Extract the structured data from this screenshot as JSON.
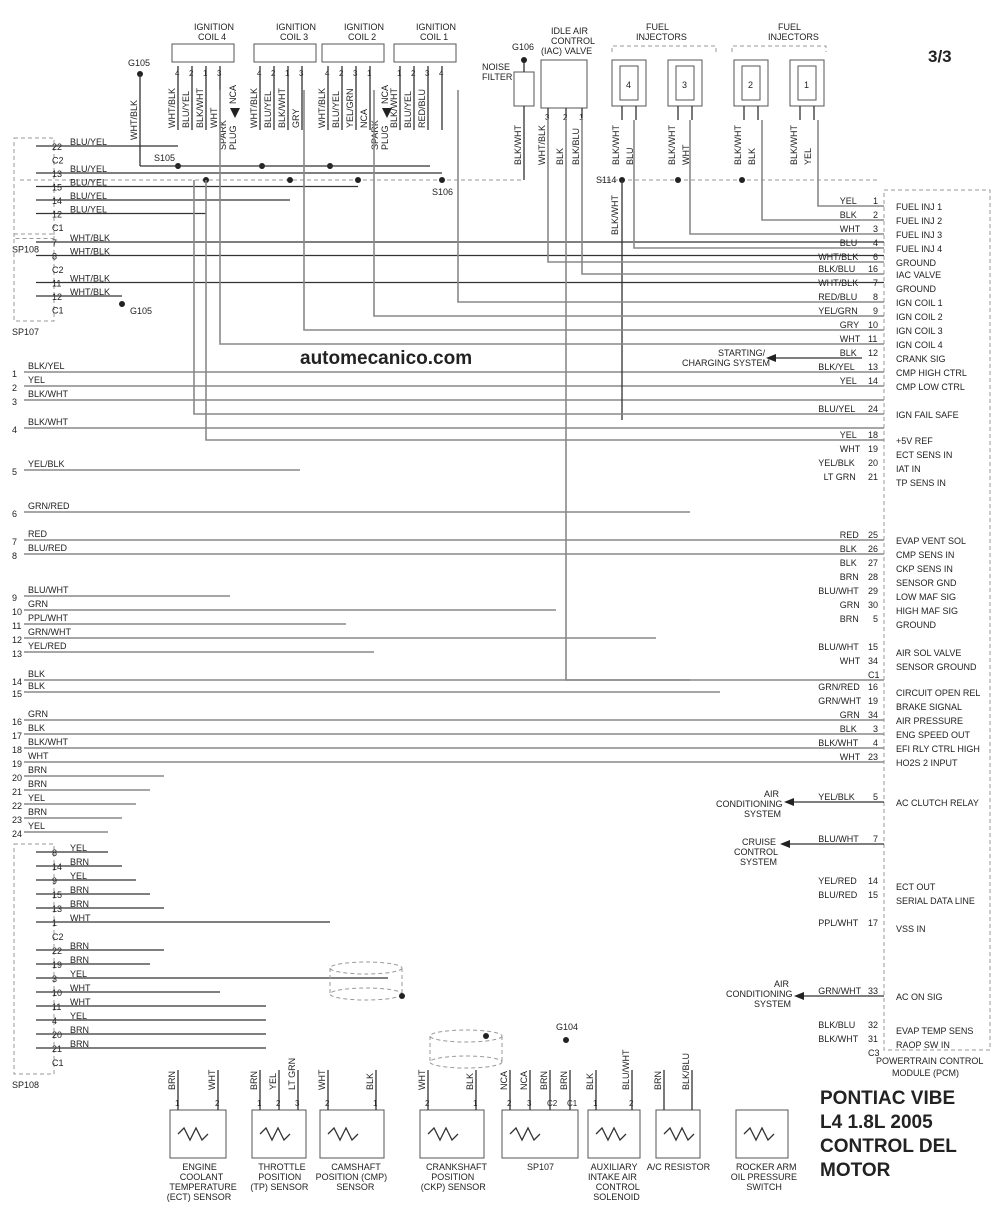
{
  "page_number": "3/3",
  "watermark": "automecanico.com",
  "title_lines": [
    "PONTIAC VIBE",
    "L4 1.8L 2005",
    "CONTROL DEL",
    "MOTOR"
  ],
  "pcm_label_lines": [
    "POWERTRAIN CONTROL",
    "MODULE (PCM)"
  ],
  "pcm_pins": [
    {
      "pin": "1",
      "wire": "YEL",
      "func": "FUEL INJ 1"
    },
    {
      "pin": "2",
      "wire": "BLK",
      "func": "FUEL INJ 2"
    },
    {
      "pin": "3",
      "wire": "WHT",
      "func": "FUEL INJ 3"
    },
    {
      "pin": "4",
      "wire": "BLU",
      "func": "FUEL INJ 4"
    },
    {
      "pin": "6",
      "wire": "WHT/BLK",
      "func": "GROUND"
    },
    {
      "pin": "16",
      "wire": "BLK/BLU",
      "func": "IAC VALVE"
    },
    {
      "pin": "7",
      "wire": "WHT/BLK",
      "func": "GROUND"
    },
    {
      "pin": "8",
      "wire": "RED/BLU",
      "func": "IGN COIL 1"
    },
    {
      "pin": "9",
      "wire": "YEL/GRN",
      "func": "IGN COIL 2"
    },
    {
      "pin": "10",
      "wire": "GRY",
      "func": "IGN COIL 3"
    },
    {
      "pin": "11",
      "wire": "WHT",
      "func": "IGN COIL 4"
    },
    {
      "pin": "12",
      "wire": "BLK",
      "func": "CRANK SIG"
    },
    {
      "pin": "13",
      "wire": "BLK/YEL",
      "func": "CMP HIGH CTRL"
    },
    {
      "pin": "14",
      "wire": "YEL",
      "func": "CMP LOW CTRL"
    },
    {
      "pin": "24",
      "wire": "BLU/YEL",
      "func": "IGN FAIL SAFE"
    },
    {
      "pin": "18",
      "wire": "YEL",
      "func": "+5V REF"
    },
    {
      "pin": "19",
      "wire": "WHT",
      "func": "ECT SENS IN"
    },
    {
      "pin": "20",
      "wire": "YEL/BLK",
      "func": "IAT IN"
    },
    {
      "pin": "21",
      "wire": "LT GRN",
      "func": "TP SENS IN"
    },
    {
      "pin": "25",
      "wire": "RED",
      "func": "EVAP VENT SOL"
    },
    {
      "pin": "26",
      "wire": "BLK",
      "func": "CMP SENS IN"
    },
    {
      "pin": "27",
      "wire": "BLK",
      "func": "CKP SENS IN"
    },
    {
      "pin": "28",
      "wire": "BRN",
      "func": "SENSOR GND"
    },
    {
      "pin": "29",
      "wire": "BLU/WHT",
      "func": "LOW MAF SIG"
    },
    {
      "pin": "30",
      "wire": "GRN",
      "func": "HIGH MAF SIG"
    },
    {
      "pin": "5",
      "wire": "BRN",
      "func": "GROUND"
    },
    {
      "pin": "15",
      "wire": "BLU/WHT",
      "func": "AIR SOL VALVE"
    },
    {
      "pin": "34",
      "wire": "WHT",
      "func": "SENSOR GROUND"
    },
    {
      "pin": "C1",
      "wire": "",
      "func": ""
    },
    {
      "pin": "16",
      "wire": "GRN/RED",
      "func": "CIRCUIT OPEN REL"
    },
    {
      "pin": "19",
      "wire": "GRN/WHT",
      "func": "BRAKE SIGNAL"
    },
    {
      "pin": "34",
      "wire": "GRN",
      "func": "AIR PRESSURE"
    },
    {
      "pin": "3",
      "wire": "BLK",
      "func": "ENG SPEED OUT"
    },
    {
      "pin": "4",
      "wire": "BLK/WHT",
      "func": "EFI RLY CTRL HIGH"
    },
    {
      "pin": "23",
      "wire": "WHT",
      "func": "HO2S 2 INPUT"
    },
    {
      "pin": "5",
      "wire": "YEL/BLK",
      "func": "AC CLUTCH RELAY"
    },
    {
      "pin": "7",
      "wire": "BLU/WHT",
      "func": ""
    },
    {
      "pin": "14",
      "wire": "YEL/RED",
      "func": "ECT OUT"
    },
    {
      "pin": "15",
      "wire": "BLU/RED",
      "func": "SERIAL DATA LINE"
    },
    {
      "pin": "17",
      "wire": "PPL/WHT",
      "func": "VSS IN"
    },
    {
      "pin": "33",
      "wire": "GRN/WHT",
      "func": "AC ON SIG"
    },
    {
      "pin": "32",
      "wire": "BLK/BLU",
      "func": "EVAP TEMP SENS"
    },
    {
      "pin": "31",
      "wire": "BLK/WHT",
      "func": "RAOP SW IN"
    },
    {
      "pin": "C3",
      "wire": "",
      "func": ""
    }
  ],
  "left_wires": [
    {
      "num": "1",
      "color": "BLK/YEL"
    },
    {
      "num": "2",
      "color": "YEL"
    },
    {
      "num": "3",
      "color": "BLK/WHT"
    },
    {
      "num": "4",
      "color": "BLK/WHT"
    },
    {
      "num": "5",
      "color": "YEL/BLK"
    },
    {
      "num": "6",
      "color": "GRN/RED"
    },
    {
      "num": "7",
      "color": "RED"
    },
    {
      "num": "8",
      "color": "BLU/RED"
    },
    {
      "num": "9",
      "color": "BLU/WHT"
    },
    {
      "num": "10",
      "color": "GRN"
    },
    {
      "num": "11",
      "color": "PPL/WHT"
    },
    {
      "num": "12",
      "color": "GRN/WHT"
    },
    {
      "num": "13",
      "color": "YEL/RED"
    },
    {
      "num": "14",
      "color": "BLK"
    },
    {
      "num": "15",
      "color": "BLK"
    },
    {
      "num": "16",
      "color": "GRN"
    },
    {
      "num": "17",
      "color": "BLK"
    },
    {
      "num": "18",
      "color": "BLK/WHT"
    },
    {
      "num": "19",
      "color": "WHT"
    },
    {
      "num": "20",
      "color": "BRN"
    },
    {
      "num": "21",
      "color": "BRN"
    },
    {
      "num": "22",
      "color": "YEL"
    },
    {
      "num": "23",
      "color": "BRN"
    },
    {
      "num": "24",
      "color": "YEL"
    }
  ],
  "sp108_top": {
    "label": "SP108",
    "rows": [
      {
        "pin": "22",
        "color": "BLU/YEL"
      },
      {
        "pin": "C2",
        "color": ""
      },
      {
        "pin": "13",
        "color": "BLU/YEL"
      },
      {
        "pin": "15",
        "color": "BLU/YEL"
      },
      {
        "pin": "14",
        "color": "BLU/YEL"
      },
      {
        "pin": "12",
        "color": "BLU/YEL"
      },
      {
        "pin": "C1",
        "color": ""
      }
    ]
  },
  "sp107_top": {
    "label": "SP107",
    "rows": [
      {
        "pin": "7",
        "color": "WHT/BLK"
      },
      {
        "pin": "8",
        "color": "WHT/BLK"
      },
      {
        "pin": "C2",
        "color": ""
      },
      {
        "pin": "11",
        "color": "WHT/BLK"
      },
      {
        "pin": "12",
        "color": "WHT/BLK"
      },
      {
        "pin": "C1",
        "color": ""
      }
    ]
  },
  "sp108_bottom": {
    "label": "SP108",
    "rows": [
      {
        "pin": "8",
        "color": "YEL"
      },
      {
        "pin": "14",
        "color": "BRN"
      },
      {
        "pin": "9",
        "color": "YEL"
      },
      {
        "pin": "15",
        "color": "BRN"
      },
      {
        "pin": "13",
        "color": "BRN"
      },
      {
        "pin": "1",
        "color": "WHT"
      },
      {
        "pin": "C2",
        "color": ""
      },
      {
        "pin": "22",
        "color": "BRN"
      },
      {
        "pin": "19",
        "color": "BRN"
      },
      {
        "pin": "3",
        "color": "YEL"
      },
      {
        "pin": "10",
        "color": "WHT"
      },
      {
        "pin": "11",
        "color": "WHT"
      },
      {
        "pin": "4",
        "color": "YEL"
      },
      {
        "pin": "20",
        "color": "BRN"
      },
      {
        "pin": "21",
        "color": "BRN"
      },
      {
        "pin": "C1",
        "color": ""
      }
    ]
  },
  "coils": [
    {
      "name": [
        "IGNITION",
        "COIL 4"
      ],
      "wires": [
        "WHT/BLK",
        "BLU/YEL",
        "BLK/WHT",
        "WHT"
      ],
      "pins": [
        "4",
        "2",
        "1",
        "3"
      ]
    },
    {
      "name": [
        "IGNITION",
        "COIL 3"
      ],
      "wires": [
        "WHT/BLK",
        "BLU/YEL",
        "BLK/WHT",
        "GRY"
      ],
      "pins": [
        "4",
        "2",
        "1",
        "3"
      ]
    },
    {
      "name": [
        "IGNITION",
        "COIL 2"
      ],
      "wires": [
        "WHT/BLK",
        "BLU/YEL",
        "YEL/GRN",
        "NCA"
      ],
      "pins": [
        "4",
        "2",
        "3",
        "1"
      ]
    },
    {
      "name": [
        "IGNITION",
        "COIL 1"
      ],
      "wires": [
        "BLK/WHT",
        "BLU/YEL",
        "RED/BLU",
        ""
      ],
      "pins": [
        "1",
        "2",
        "3",
        "4"
      ]
    }
  ],
  "nca": "NCA",
  "spark_plug": [
    "SPARK",
    "PLUG"
  ],
  "iac_label": [
    "IDLE AIR",
    "CONTROL",
    "(IAC) VALVE"
  ],
  "iac_wires": [
    "WHT/BLK",
    "BLK",
    "BLK/BLU"
  ],
  "iac_pins": [
    "3",
    "2",
    "1"
  ],
  "noise_filter": [
    "NOISE",
    "FILTER"
  ],
  "noise_wire": "BLK/WHT",
  "injectors_label": [
    "FUEL",
    "INJECTORS"
  ],
  "injectors": [
    {
      "num": "4",
      "wires": [
        "BLK/WHT",
        "BLU"
      ]
    },
    {
      "num": "3",
      "wires": [
        "BLK/WHT",
        "WHT"
      ]
    },
    {
      "num": "2",
      "wires": [
        "BLK/WHT",
        "BLK"
      ]
    },
    {
      "num": "1",
      "wires": [
        "BLK/WHT",
        "YEL"
      ]
    }
  ],
  "splices": {
    "s105": "S105",
    "s106": "S106",
    "s114": "S114",
    "g105": "G105",
    "g106": "G106",
    "g104": "G104"
  },
  "wht_blk": "WHT/BLK",
  "blk_wht": "BLK/WHT",
  "systems": {
    "starting": [
      "STARTING/",
      "CHARGING SYSTEM"
    ],
    "ac1": [
      "AIR",
      "CONDITIONING",
      "SYSTEM"
    ],
    "cruise": [
      "CRUISE",
      "CONTROL",
      "SYSTEM"
    ],
    "ac2": [
      "AIR",
      "CONDITIONING",
      "SYSTEM"
    ]
  },
  "components": [
    {
      "label": [
        "ENGINE",
        "COOLANT",
        "TEMPERATURE",
        "(ECT) SENSOR"
      ],
      "wires": [
        "BRN",
        "WHT"
      ],
      "pins": [
        "1",
        "2"
      ]
    },
    {
      "label": [
        "THROTTLE",
        "POSITION",
        "(TP) SENSOR"
      ],
      "wires": [
        "BRN",
        "YEL",
        "LT GRN"
      ],
      "pins": [
        "1",
        "2",
        "3"
      ]
    },
    {
      "label": [
        "CAMSHAFT",
        "POSITION (CMP)",
        "SENSOR"
      ],
      "wires": [
        "WHT",
        "BLK"
      ],
      "pins": [
        "2",
        "1"
      ]
    },
    {
      "label": [
        "CRANKSHAFT",
        "POSITION",
        "(CKP) SENSOR"
      ],
      "wires": [
        "WHT",
        "BLK"
      ],
      "pins": [
        "2",
        "1"
      ]
    },
    {
      "label": [
        "SP107"
      ],
      "wires": [
        "NCA",
        "NCA",
        "BRN",
        "BRN"
      ],
      "pins": [
        "2",
        "3",
        "C2",
        "C1"
      ]
    },
    {
      "label": [
        "AUXILIARY",
        "INTAKE AIR",
        "CONTROL",
        "SOLENOID"
      ],
      "wires": [
        "BLK",
        "BLU/WHT"
      ],
      "pins": [
        "1",
        "2"
      ]
    },
    {
      "label": [
        "A/C RESISTOR"
      ],
      "wires": [
        "BRN",
        "BLK/BLU"
      ],
      "pins": []
    },
    {
      "label": [
        "ROCKER ARM",
        "OIL PRESSURE",
        "SWITCH"
      ],
      "wires": [],
      "pins": []
    }
  ]
}
